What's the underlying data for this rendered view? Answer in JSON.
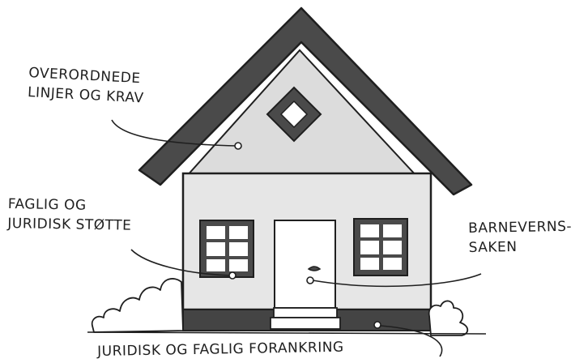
{
  "labels": {
    "top_left": {
      "line1": "OVERORDNEDE",
      "line2": "LINJER OG KRAV"
    },
    "middle_left": {
      "line1": "FAGLIG OG",
      "line2": "JURIDISK STØTTE"
    },
    "middle_right": {
      "line1": "BARNEVERNS-",
      "line2": "SAKEN"
    },
    "bottom": {
      "line1": "JURIDISK OG FAGLIG FORANKRING"
    }
  },
  "colors": {
    "roof": "#4a4a4a",
    "wall_fill": "#efefef",
    "wall_shade": "#dcdcdc",
    "foundation": "#444444",
    "outline": "#1f1f1f",
    "window_frame": "#4a4a4a"
  }
}
